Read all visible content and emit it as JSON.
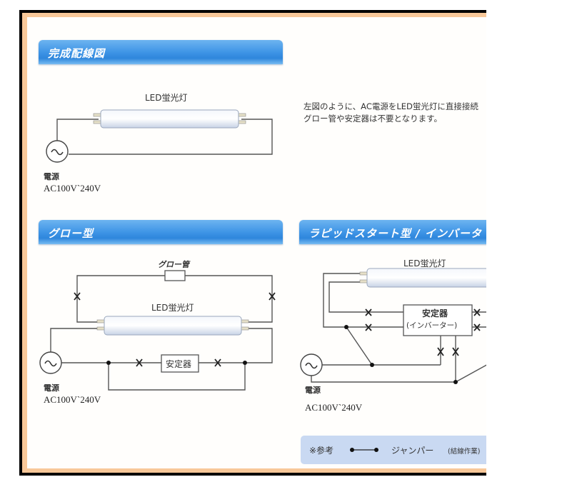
{
  "sections": {
    "complete": {
      "title": "完成配線図"
    },
    "glow": {
      "title": "グロー型"
    },
    "rapid": {
      "title": "ラピッドスタート型 / インバータ"
    }
  },
  "description": {
    "line1": "左図のように、AC電源をLED蛍光灯に直接接続",
    "line2": "グロー管や安定器は不要となります。"
  },
  "labels": {
    "led_lamp": "LED蛍光灯",
    "glow_tube": "グロー管",
    "ballast": "安定器",
    "inverter": "(インバーター)",
    "power": "電源",
    "voltage": "AC100V`240V"
  },
  "legend": {
    "ref": "※参考",
    "jumper": "ジャンパー",
    "jumper_note": "(結線作業)",
    "cut_mark": "X"
  },
  "colors": {
    "header_band": "#3f95e6",
    "frame_peach": "#f8c899",
    "legend_bg": "#c9d9f2"
  }
}
